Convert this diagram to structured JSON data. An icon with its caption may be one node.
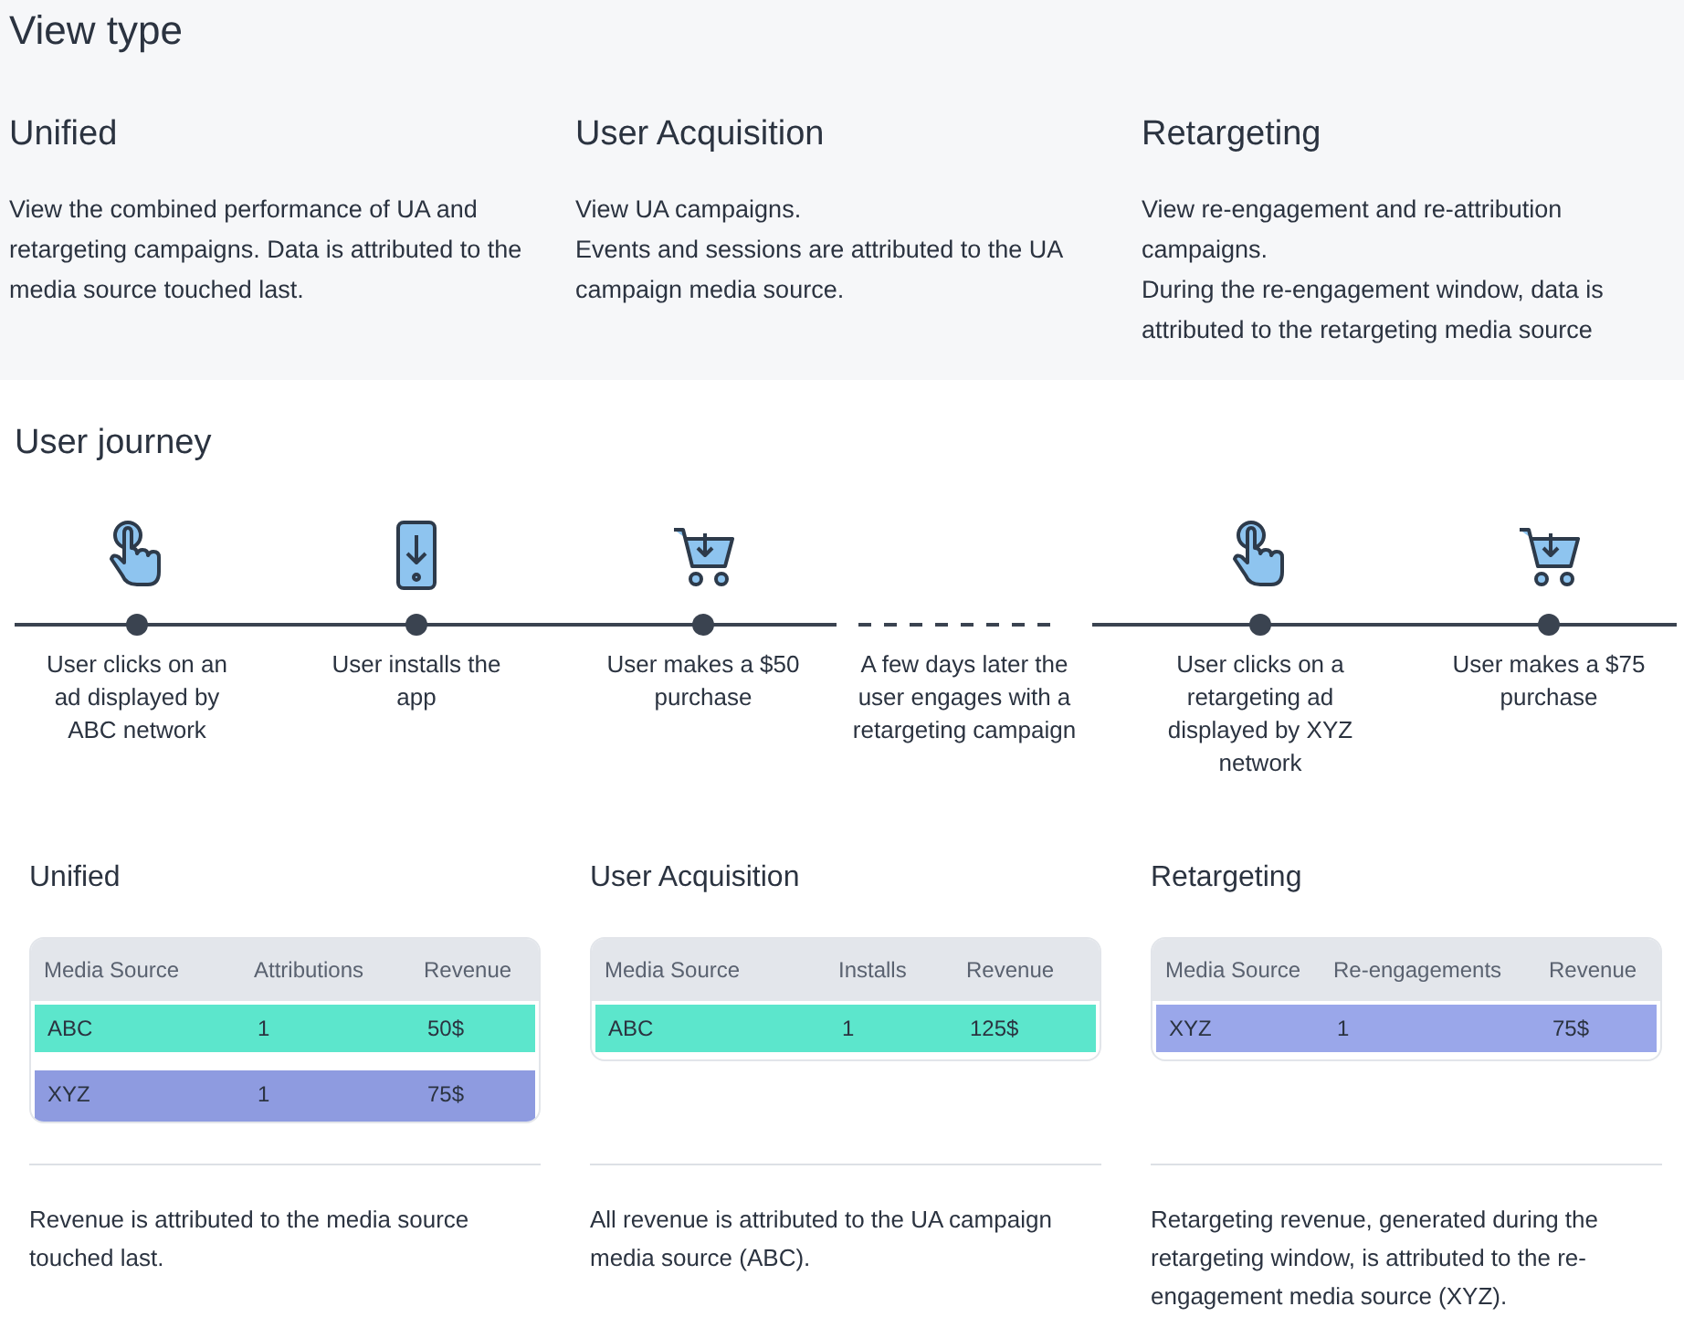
{
  "diagram": {
    "title": "View type",
    "nodes": [
      {
        "text": [
          "User clicks on an ad displayed by ABC network"
        ]
      },
      {
        "text": [
          "User installs the app"
        ]
      },
      {
        "text": [
          "User makes a $50 purchase"
        ]
      },
      {
        "text": [
          "A few days later the user engages with a retargeting campaign"
        ]
      },
      {
        "text": [
          "User clicks on a retargeting ad displayed by XYZ network"
        ]
      },
      {
        "text": [
          "User makes a $75 purchase"
        ]
      }
    ],
    "edges": [
      {
        "from": null,
        "to": 0,
        "arrow": "none"
      },
      {
        "from": 0,
        "to": 1,
        "arrow": "none"
      },
      {
        "from": 1,
        "to": 2,
        "arrow": "none"
      },
      {
        "from": 2,
        "to": 3,
        "arrow": "none"
      },
      {
        "from": 3,
        "to": 4,
        "arrow": "none"
      },
      {
        "from": 4,
        "to": 5,
        "arrow": "none"
      },
      {
        "from": 5,
        "to": null,
        "arrow": "none"
      }
    ],
    "labels": [
      "Unified",
      "View the combined performance of UA and retargeting campaigns. Data is attributed to the media source touched last.",
      "User Acquisition",
      "View UA campaigns.",
      "Events and sessions are attributed to the UA campaign media source.",
      "Retargeting",
      "View re-engagement and re-attribution campaigns.",
      "During the re-engagement window, data is attributed to the retargeting media source",
      "User journey",
      "Unified",
      "Media Source",
      "Attributions",
      "Revenue",
      "ABC",
      "1",
      "50$",
      "XYZ",
      "1",
      "75$",
      "Revenue is attributed to the media source touched last.",
      "User Acquisition",
      "Media Source",
      "Installs",
      "Revenue",
      "ABC",
      "1",
      "125$",
      "All revenue is attributed to the UA campaign media source (ABC).",
      "Retargeting",
      "Media Source",
      "Re-engagements",
      "Revenue",
      "XYZ",
      "1",
      "75$",
      "Retargeting revenue, generated during the retargeting window, is attributed to the re-engagement media source (XYZ)."
    ]
  }
}
